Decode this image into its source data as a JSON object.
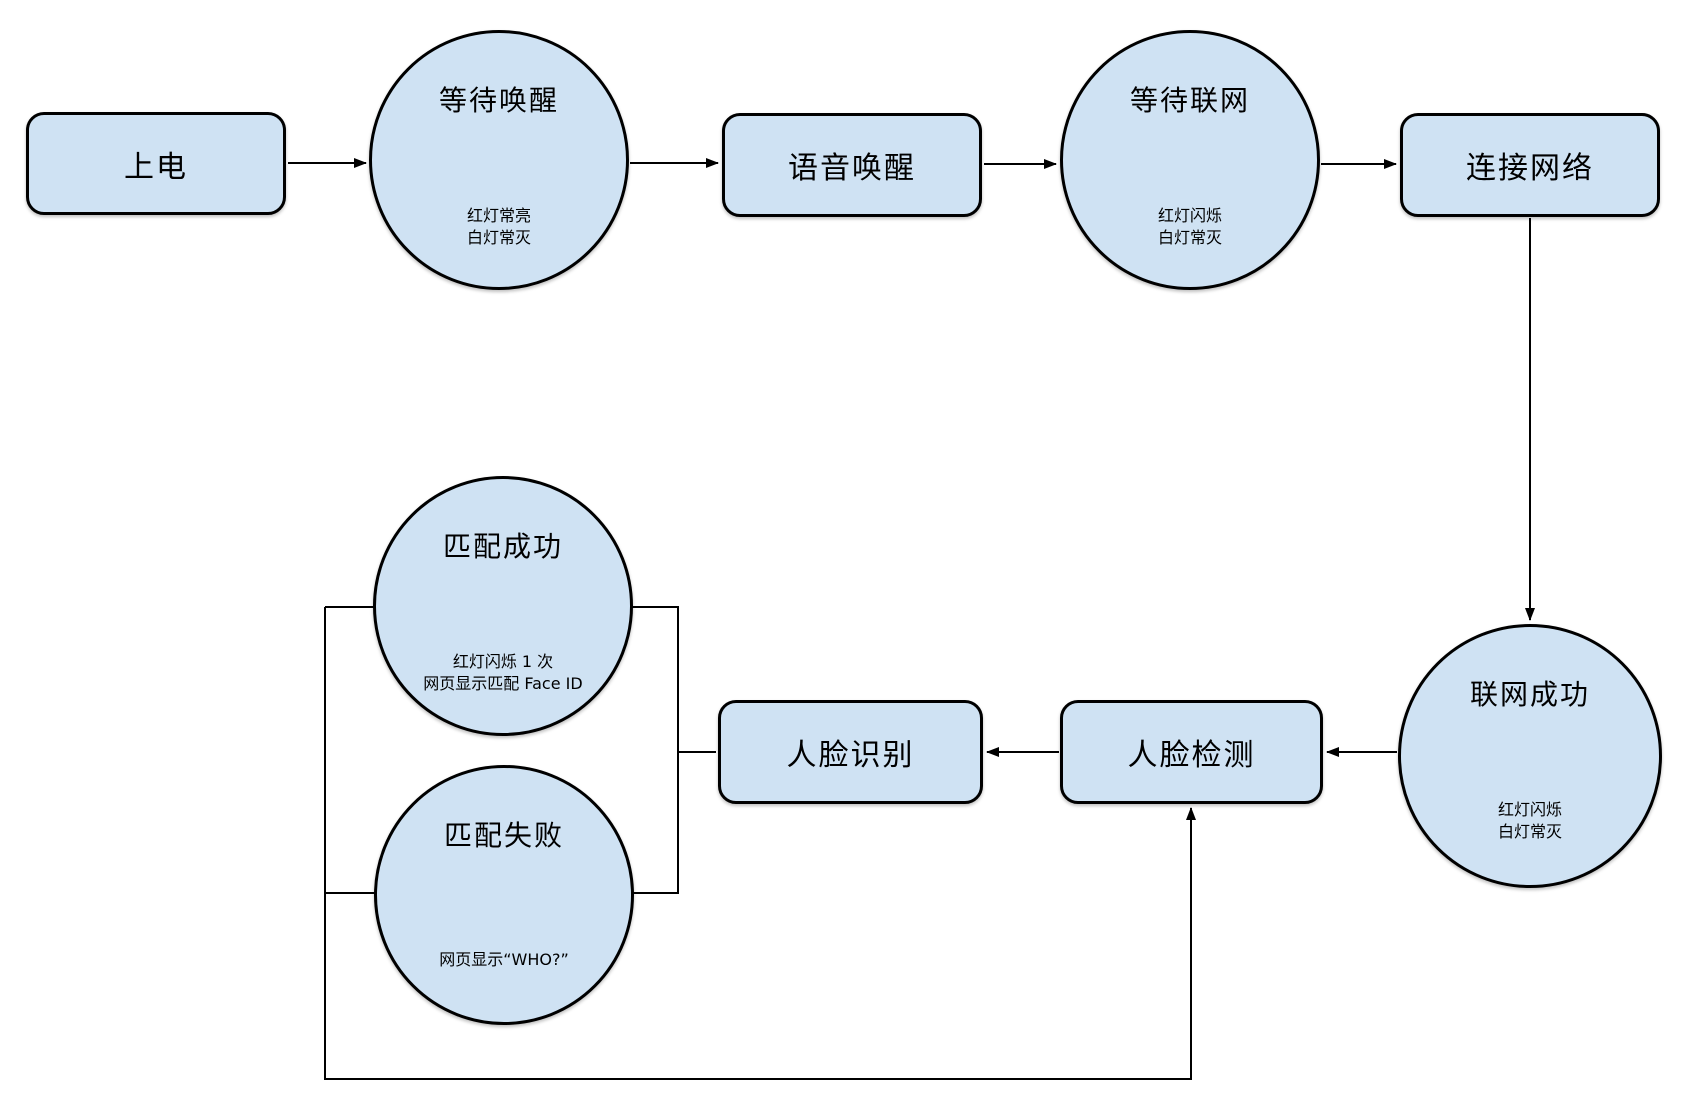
{
  "diagram": {
    "background_color": "#ffffff",
    "node_fill_color": "#cfe2f3",
    "node_border_color": "#000000",
    "connector_color": "#000000",
    "nodes": [
      {
        "id": "power-on",
        "shape": "rect",
        "label": "上电"
      },
      {
        "id": "wait-wake",
        "shape": "circle",
        "label": "等待唤醒",
        "sublabel": [
          "红灯常亮",
          "白灯常灭"
        ]
      },
      {
        "id": "voice-wake",
        "shape": "rect",
        "label": "语音唤醒"
      },
      {
        "id": "wait-network",
        "shape": "circle",
        "label": "等待联网",
        "sublabel": [
          "红灯闪烁",
          "白灯常灭"
        ]
      },
      {
        "id": "connect-network",
        "shape": "rect",
        "label": "连接网络"
      },
      {
        "id": "network-success",
        "shape": "circle",
        "label": "联网成功",
        "sublabel": [
          "红灯闪烁",
          "白灯常灭"
        ]
      },
      {
        "id": "face-detect",
        "shape": "rect",
        "label": "人脸检测"
      },
      {
        "id": "face-recognize",
        "shape": "rect",
        "label": "人脸识别"
      },
      {
        "id": "match-success",
        "shape": "circle",
        "label": "匹配成功",
        "sublabel": [
          "红灯闪烁 1 次",
          "网页显示匹配 Face ID"
        ]
      },
      {
        "id": "match-fail",
        "shape": "circle",
        "label": "匹配失败",
        "sublabel": [
          "网页显示“WHO?”"
        ]
      }
    ],
    "edges": [
      {
        "from": "power-on",
        "to": "wait-wake",
        "arrow": true
      },
      {
        "from": "wait-wake",
        "to": "voice-wake",
        "arrow": true
      },
      {
        "from": "voice-wake",
        "to": "wait-network",
        "arrow": true
      },
      {
        "from": "wait-network",
        "to": "connect-network",
        "arrow": true
      },
      {
        "from": "connect-network",
        "to": "network-success",
        "arrow": true
      },
      {
        "from": "network-success",
        "to": "face-detect",
        "arrow": true
      },
      {
        "from": "face-detect",
        "to": "face-recognize",
        "arrow": true
      },
      {
        "from": "face-recognize",
        "to": "match-success",
        "arrow": false
      },
      {
        "from": "face-recognize",
        "to": "match-fail",
        "arrow": false
      },
      {
        "from": "match-success",
        "to": "face-detect",
        "arrow": true
      },
      {
        "from": "match-fail",
        "to": "face-detect",
        "arrow": true
      }
    ]
  }
}
